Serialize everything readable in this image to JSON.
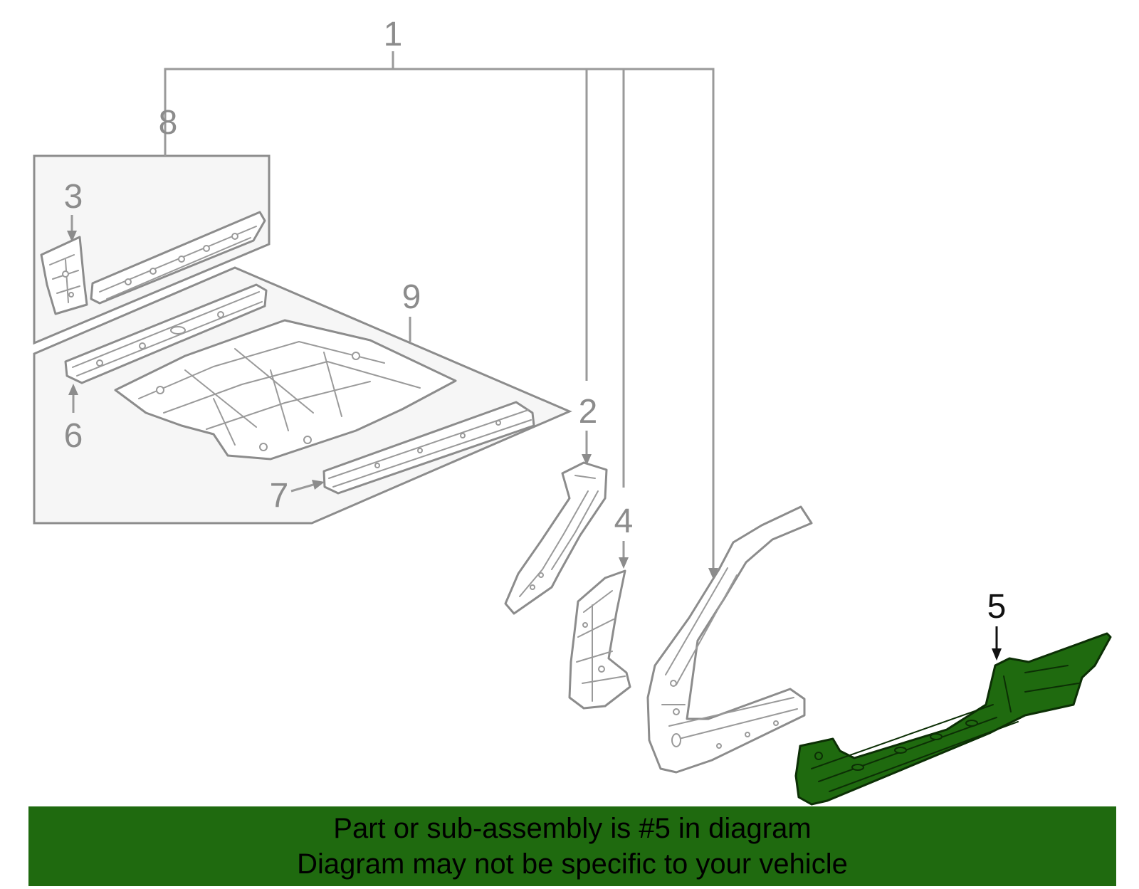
{
  "callouts": {
    "c1": "1",
    "c2": "2",
    "c3": "3",
    "c4": "4",
    "c5": "5",
    "c6": "6",
    "c7": "7",
    "c8": "8",
    "c9": "9"
  },
  "highlighted_part": "5",
  "colors": {
    "highlight": "#1f6a0f",
    "line": "#8c8c8c",
    "banner": "#1f6a0f"
  },
  "banner": {
    "line1": "Part or sub-assembly is #5 in diagram",
    "line2": "Diagram may not be specific to your vehicle"
  }
}
